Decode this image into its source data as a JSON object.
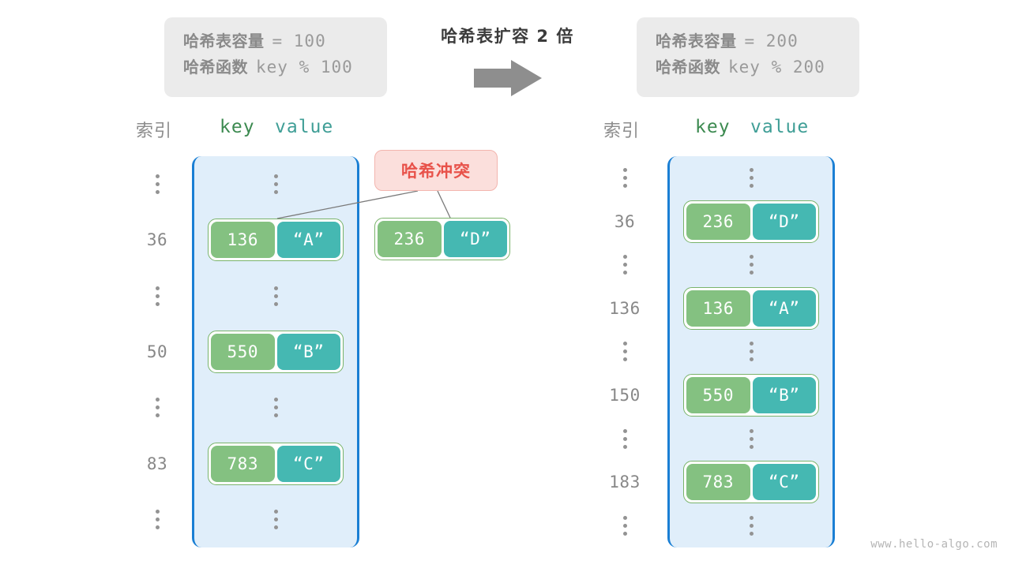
{
  "diagram": {
    "expand_title": "哈希表扩容 2 倍",
    "arrow_icon": "right-arrow-icon",
    "watermark": "www.hello-algo.com"
  },
  "info_left": {
    "capacity_label": "哈希表容量",
    "capacity_value": "= 100",
    "function_label": "哈希函数",
    "function_value": "key % 100"
  },
  "info_right": {
    "capacity_label": "哈希表容量",
    "capacity_value": "= 200",
    "function_label": "哈希函数",
    "function_value": "key % 200"
  },
  "headers": {
    "index": "索引",
    "key": "key",
    "value": "value"
  },
  "collision_badge": {
    "label": "哈希冲突"
  },
  "overflow_pair": {
    "key": "236",
    "value": "“D”"
  },
  "left_table": {
    "rows": [
      {
        "index": "⋮",
        "type": "dots"
      },
      {
        "index": "36",
        "type": "pair",
        "key": "136",
        "value": "“A”"
      },
      {
        "index": "⋮",
        "type": "dots"
      },
      {
        "index": "50",
        "type": "pair",
        "key": "550",
        "value": "“B”"
      },
      {
        "index": "⋮",
        "type": "dots"
      },
      {
        "index": "83",
        "type": "pair",
        "key": "783",
        "value": "“C”"
      },
      {
        "index": "⋮",
        "type": "dots"
      }
    ]
  },
  "right_table": {
    "rows": [
      {
        "index": "⋮",
        "type": "dots"
      },
      {
        "index": "36",
        "type": "pair",
        "key": "236",
        "value": "“D”"
      },
      {
        "index": "⋮",
        "type": "dots"
      },
      {
        "index": "136",
        "type": "pair",
        "key": "136",
        "value": "“A”"
      },
      {
        "index": "⋮",
        "type": "dots"
      },
      {
        "index": "150",
        "type": "pair",
        "key": "550",
        "value": "“B”"
      },
      {
        "index": "⋮",
        "type": "dots"
      },
      {
        "index": "183",
        "type": "pair",
        "key": "783",
        "value": "“C”"
      },
      {
        "index": "⋮",
        "type": "dots"
      }
    ]
  },
  "colors": {
    "bucket_fill": "#e0eefa",
    "bucket_border": "#1a7fd4",
    "key_cell": "#84c181",
    "value_cell": "#45b8b2",
    "pair_border": "#79b36a",
    "badge_fill": "#fbdfdc",
    "badge_text": "#e8524a",
    "info_fill": "#ebebeb"
  }
}
